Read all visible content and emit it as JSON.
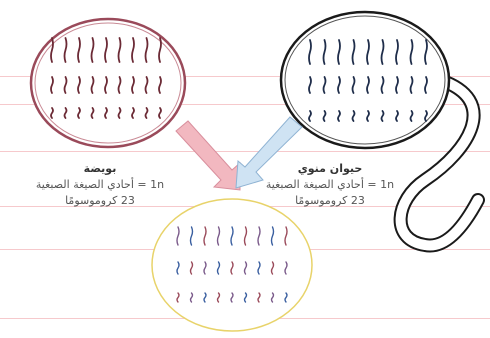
{
  "egg": {
    "title": "بويضة",
    "ploidy": "1n = أحادي الصيغة الصبغية",
    "chromosomes": "23 كروموسومًا",
    "outline_color": "#9a4a5a",
    "chromosome_color": "#6b2a35"
  },
  "sperm": {
    "title": "حيوان منوي",
    "ploidy": "1n = أحادي الصيغة الصبغية",
    "chromosomes": "23 كروموسومًا",
    "outline_color": "#1a1a1a",
    "chromosome_color": "#1f2d4a"
  },
  "zygote": {
    "outline_color": "#e8d36a",
    "chromosome_colors": [
      "#7a5a8a",
      "#3a5fa0",
      "#9a4a5a"
    ]
  },
  "arrows": {
    "egg_arrow_color": "#f2b8c0",
    "sperm_arrow_color": "#cfe3f3"
  }
}
